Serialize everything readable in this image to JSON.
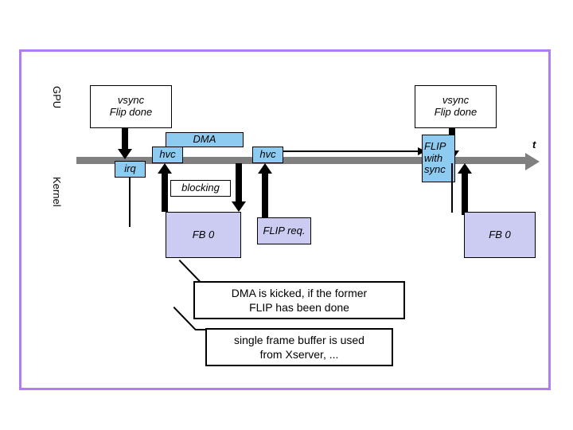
{
  "diagram": {
    "title": "GPU / Kernel flip timing diagram",
    "frame_color": "#b07ef2",
    "timeline_color": "#808080",
    "blue_color": "#8ecbf0",
    "lavender_color": "#ccccf2",
    "lanes": {
      "gpu_label": "GPU",
      "kernel_label": "Kernel"
    },
    "axis": {
      "time_label": "t"
    },
    "gpu_events": [
      {
        "id": "vsync-1",
        "line1": "vsync",
        "line2": "Flip done"
      },
      {
        "id": "vsync-2",
        "line1": "vsync",
        "line2": "Flip done"
      }
    ],
    "timeline_boxes": [
      {
        "id": "irq",
        "label": "irq"
      },
      {
        "id": "hvc1",
        "label": "hvc"
      },
      {
        "id": "dma",
        "label": "DMA"
      },
      {
        "id": "hvc2",
        "label": "hvc"
      },
      {
        "id": "flip-with-sync",
        "line1": "FLIP",
        "line2": "with",
        "line3": "sync"
      }
    ],
    "kernel_boxes": [
      {
        "id": "blocking",
        "label": "blocking"
      },
      {
        "id": "fb0-left",
        "label": "FB 0"
      },
      {
        "id": "flip-req",
        "label": "FLIP req."
      },
      {
        "id": "fb0-right",
        "label": "FB 0"
      }
    ],
    "notes": [
      {
        "id": "note-dma",
        "line1": "DMA is kicked, if the former",
        "line2": "FLIP has been done"
      },
      {
        "id": "note-fb",
        "line1": "single frame buffer is used",
        "line2": "from Xserver, ..."
      }
    ]
  }
}
